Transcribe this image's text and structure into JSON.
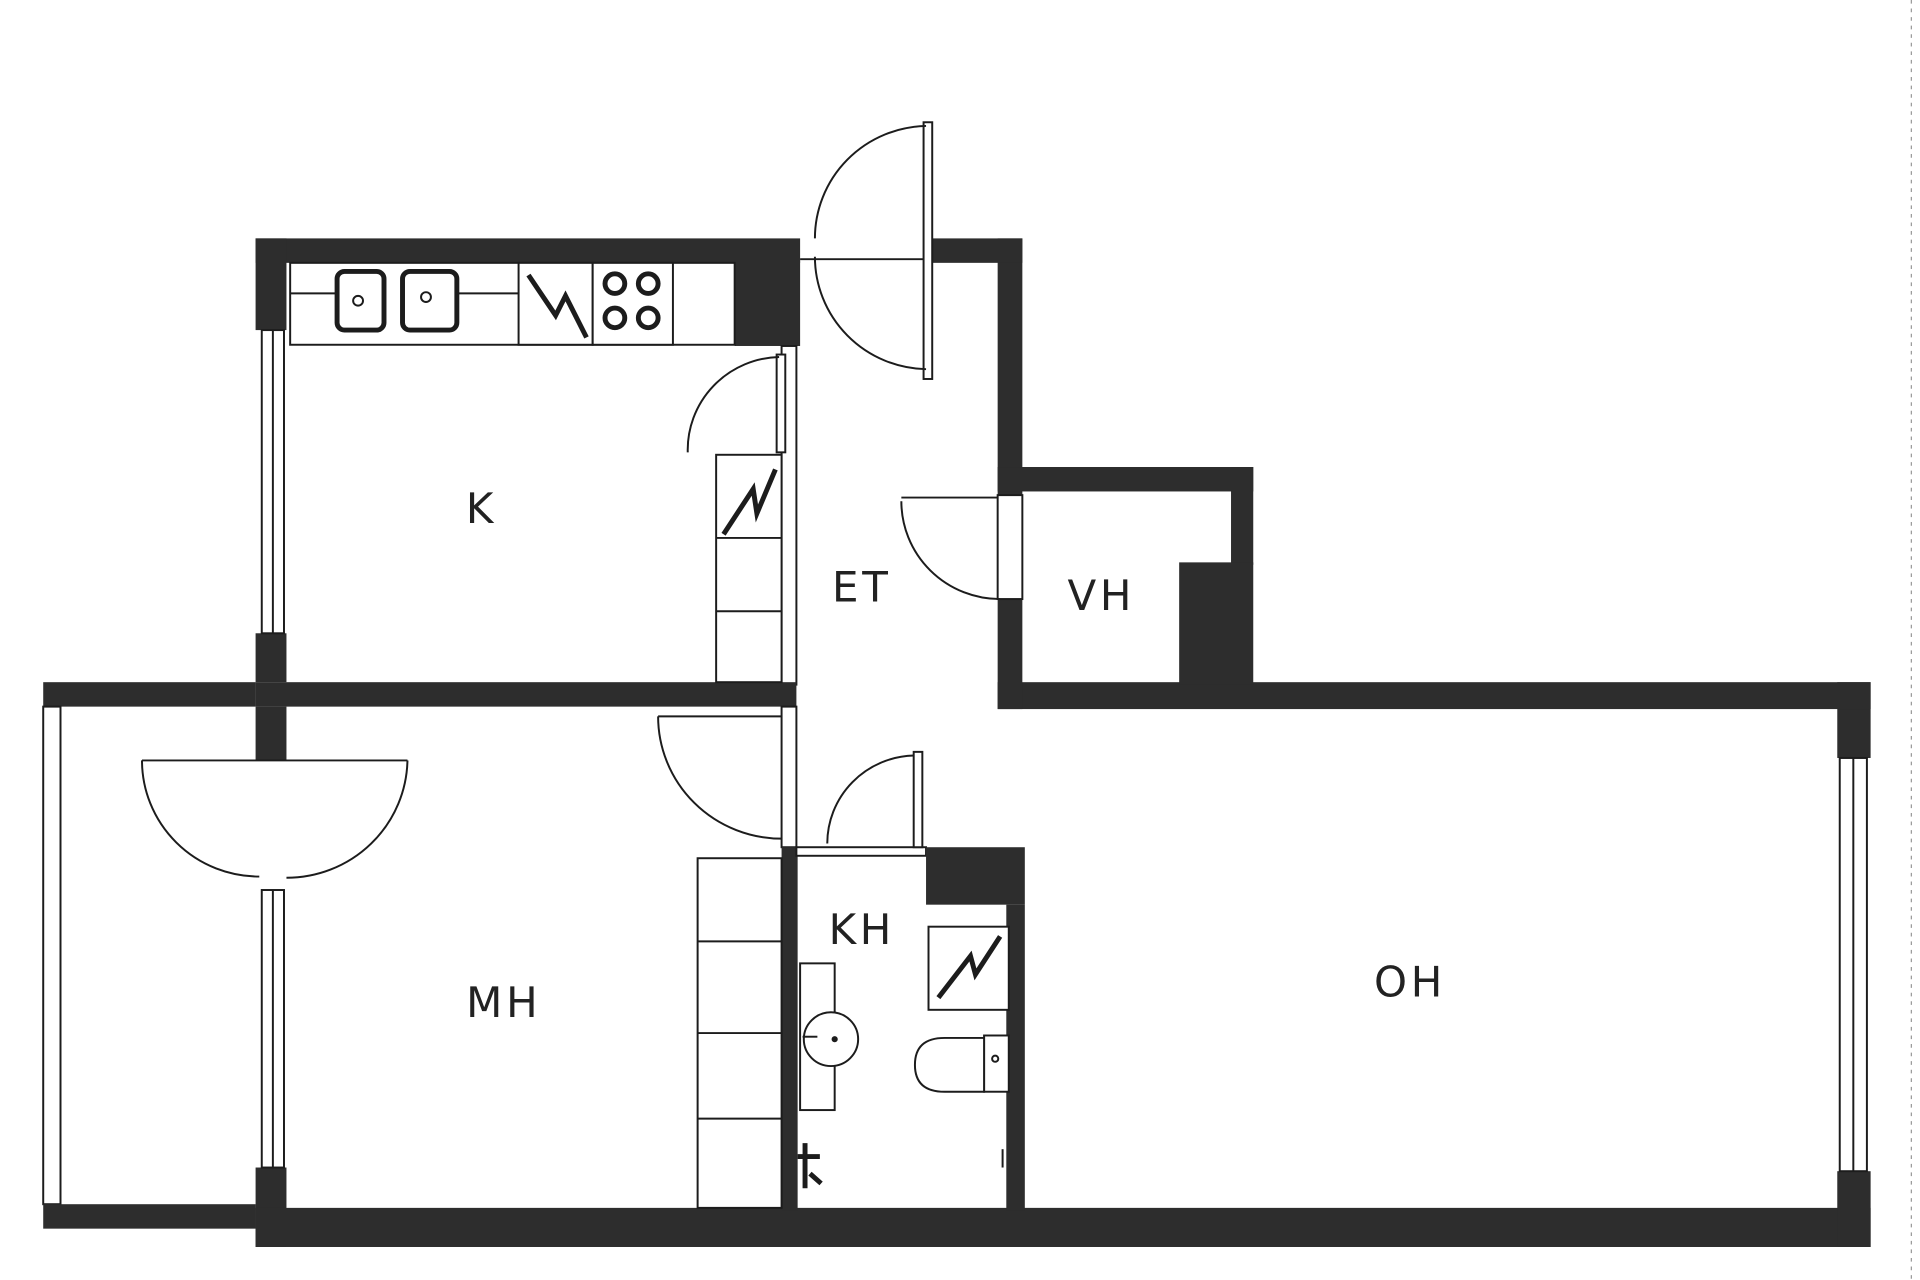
{
  "rooms": {
    "kitchen": "K",
    "hall": "ET",
    "walk_in_closet": "VH",
    "bedroom": "MH",
    "bathroom": "KH",
    "living_room": "OH"
  },
  "colors": {
    "wall": "#2d2d2d",
    "line": "#1c1c1c",
    "background": "#ffffff"
  }
}
